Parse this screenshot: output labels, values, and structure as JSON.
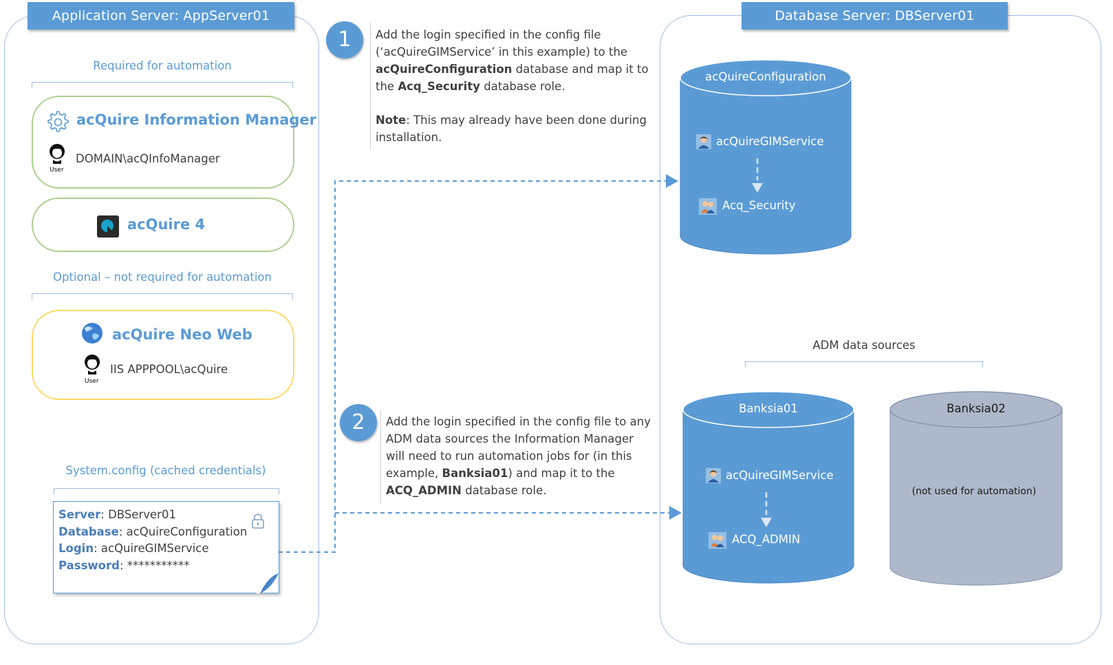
{
  "app_server": {
    "title": "Application Server: AppServer01",
    "required_label": "Required for automation",
    "optional_label": "Optional – not required for automation",
    "info_manager": {
      "name": "acQuire Information Manager",
      "account": "DOMAIN\\acQInfoManager",
      "user_caption": "User"
    },
    "acquire4": {
      "name": "acQuire 4"
    },
    "neo_web": {
      "name": "acQuire Neo Web",
      "account": "IIS APPPOOL\\acQuire",
      "user_caption": "User"
    },
    "system_config": {
      "label": "System.config (cached credentials)",
      "server_key": "Server",
      "server_value": ": DBServer01",
      "database_key": "Database",
      "database_value": ": acQuireConfiguration",
      "login_key": "Login",
      "login_value": ": acQuireGIMService",
      "password_key": "Password",
      "password_value": ": ***********"
    }
  },
  "steps": [
    {
      "number": "1",
      "p1_a": "Add the login specified in the config file",
      "p1_b": "(‘acQuireGIMService’ in this example) to the",
      "p1_c_bold": "acQuireConfiguration",
      "p1_c_rest": " database and map it to",
      "p1_d_pre": "the ",
      "p1_d_bold": "Acq_Security",
      "p1_d_rest": " database role.",
      "note_bold": "Note",
      "note_a": ": This may already have been done during",
      "note_b": "installation."
    },
    {
      "number": "2",
      "l1": "Add the login specified in the config file to any",
      "l2": "ADM data sources the Information Manager",
      "l3": "will need to run automation jobs for (in this",
      "l4_pre": "example, ",
      "l4_bold": "Banksia01",
      "l4_rest": ") and map it to the",
      "l5_bold": "ACQ_ADMIN",
      "l5_rest": " database role."
    }
  ],
  "db_server": {
    "title": "Database Server: DBServer01",
    "config_db": {
      "name": "acQuireConfiguration",
      "login": "acQuireGIMService",
      "role": "Acq_Security"
    },
    "adm_label": "ADM data sources",
    "banksia01": {
      "name": "Banksia01",
      "login": "acQuireGIMService",
      "role": "ACQ_ADMIN"
    },
    "banksia02": {
      "name": "Banksia02",
      "note": "(not used for automation)"
    }
  },
  "colors": {
    "accent": "#5b9bd5",
    "panel_border": "#9fbde0",
    "required_border": "#a9d18e",
    "optional_border": "#ffd966",
    "db_blue": "#5b9bd5",
    "db_grey": "#adb9ca"
  }
}
